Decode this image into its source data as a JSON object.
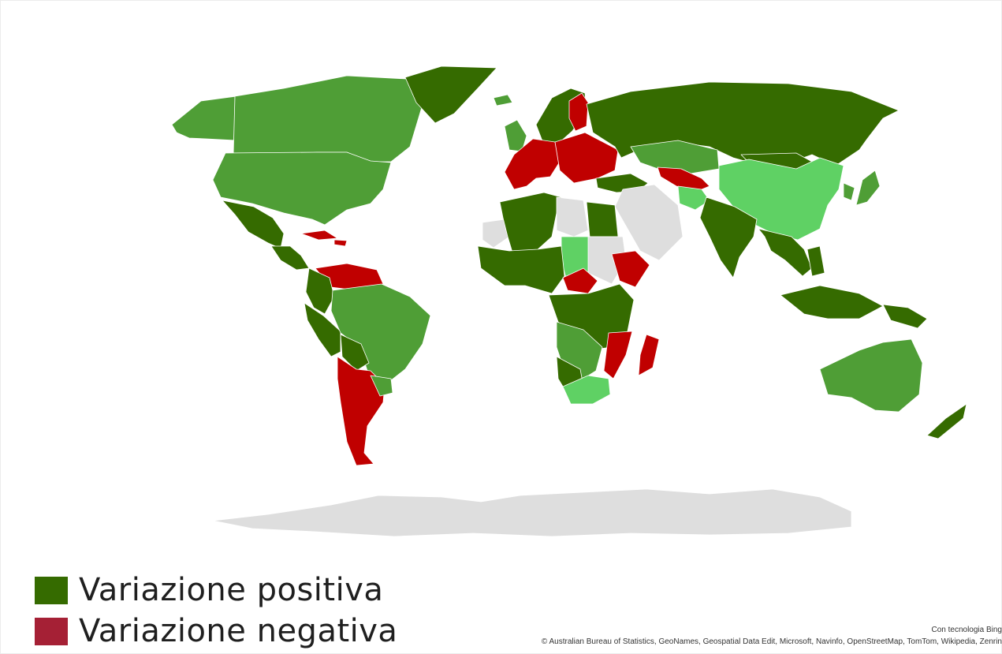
{
  "colors": {
    "positive_dark": "#356b00",
    "positive_mid": "#4f9e36",
    "positive_light": "#5fd164",
    "negative": "#c00000",
    "negative_legend": "#a52035",
    "no_data": "#dedede"
  },
  "legend": {
    "positive_label": "Variazione positiva",
    "negative_label": "Variazione negativa"
  },
  "attribution": {
    "line1": "Con tecnologia Bing",
    "line2": "© Australian Bureau of Statistics, GeoNames, Geospatial Data Edit, Microsoft, Navinfo, OpenStreetMap, TomTom, Wikipedia, Zenrin"
  },
  "regions": [
    {
      "name": "canada",
      "cls": "positive_mid"
    },
    {
      "name": "united-states",
      "cls": "positive_mid"
    },
    {
      "name": "alaska",
      "cls": "positive_mid"
    },
    {
      "name": "greenland",
      "cls": "positive_dark"
    },
    {
      "name": "mexico",
      "cls": "positive_dark"
    },
    {
      "name": "central-america",
      "cls": "positive_dark"
    },
    {
      "name": "cuba",
      "cls": "negative"
    },
    {
      "name": "hispaniola",
      "cls": "negative"
    },
    {
      "name": "venezuela",
      "cls": "negative"
    },
    {
      "name": "colombia",
      "cls": "positive_dark"
    },
    {
      "name": "brazil",
      "cls": "positive_mid"
    },
    {
      "name": "peru",
      "cls": "positive_dark"
    },
    {
      "name": "bolivia",
      "cls": "positive_dark"
    },
    {
      "name": "argentina-chile",
      "cls": "negative"
    },
    {
      "name": "uruguay",
      "cls": "positive_mid"
    },
    {
      "name": "iceland",
      "cls": "positive_mid"
    },
    {
      "name": "united-kingdom",
      "cls": "positive_mid"
    },
    {
      "name": "scandinavia",
      "cls": "positive_dark"
    },
    {
      "name": "finland",
      "cls": "negative"
    },
    {
      "name": "western-europe",
      "cls": "negative"
    },
    {
      "name": "eastern-europe",
      "cls": "negative"
    },
    {
      "name": "russia",
      "cls": "positive_dark"
    },
    {
      "name": "kazakhstan",
      "cls": "positive_mid"
    },
    {
      "name": "caucasus-iran-north",
      "cls": "negative"
    },
    {
      "name": "central-asia",
      "cls": "positive_light"
    },
    {
      "name": "china",
      "cls": "positive_light"
    },
    {
      "name": "mongolia",
      "cls": "positive_dark"
    },
    {
      "name": "japan",
      "cls": "positive_mid"
    },
    {
      "name": "korea",
      "cls": "positive_mid"
    },
    {
      "name": "india",
      "cls": "positive_dark"
    },
    {
      "name": "middle-east",
      "cls": "no_data"
    },
    {
      "name": "turkey",
      "cls": "positive_dark"
    },
    {
      "name": "north-africa-west",
      "cls": "positive_dark"
    },
    {
      "name": "western-sahara",
      "cls": "no_data"
    },
    {
      "name": "libya",
      "cls": "no_data"
    },
    {
      "name": "egypt",
      "cls": "positive_dark"
    },
    {
      "name": "sahel-east",
      "cls": "no_data"
    },
    {
      "name": "niger-chad",
      "cls": "positive_light"
    },
    {
      "name": "west-africa",
      "cls": "positive_dark"
    },
    {
      "name": "ethiopia",
      "cls": "negative"
    },
    {
      "name": "central-africa",
      "cls": "negative"
    },
    {
      "name": "congo-basin",
      "cls": "positive_dark"
    },
    {
      "name": "angola-zambia",
      "cls": "positive_mid"
    },
    {
      "name": "mozambique",
      "cls": "negative"
    },
    {
      "name": "namibia-botswana",
      "cls": "positive_dark"
    },
    {
      "name": "south-africa",
      "cls": "positive_light"
    },
    {
      "name": "madagascar",
      "cls": "negative"
    },
    {
      "name": "southeast-asia",
      "cls": "positive_dark"
    },
    {
      "name": "indonesia",
      "cls": "positive_dark"
    },
    {
      "name": "philippines",
      "cls": "positive_dark"
    },
    {
      "name": "new-guinea",
      "cls": "positive_dark"
    },
    {
      "name": "australia",
      "cls": "positive_mid"
    },
    {
      "name": "new-zealand",
      "cls": "positive_dark"
    },
    {
      "name": "antarctica",
      "cls": "no_data"
    }
  ]
}
